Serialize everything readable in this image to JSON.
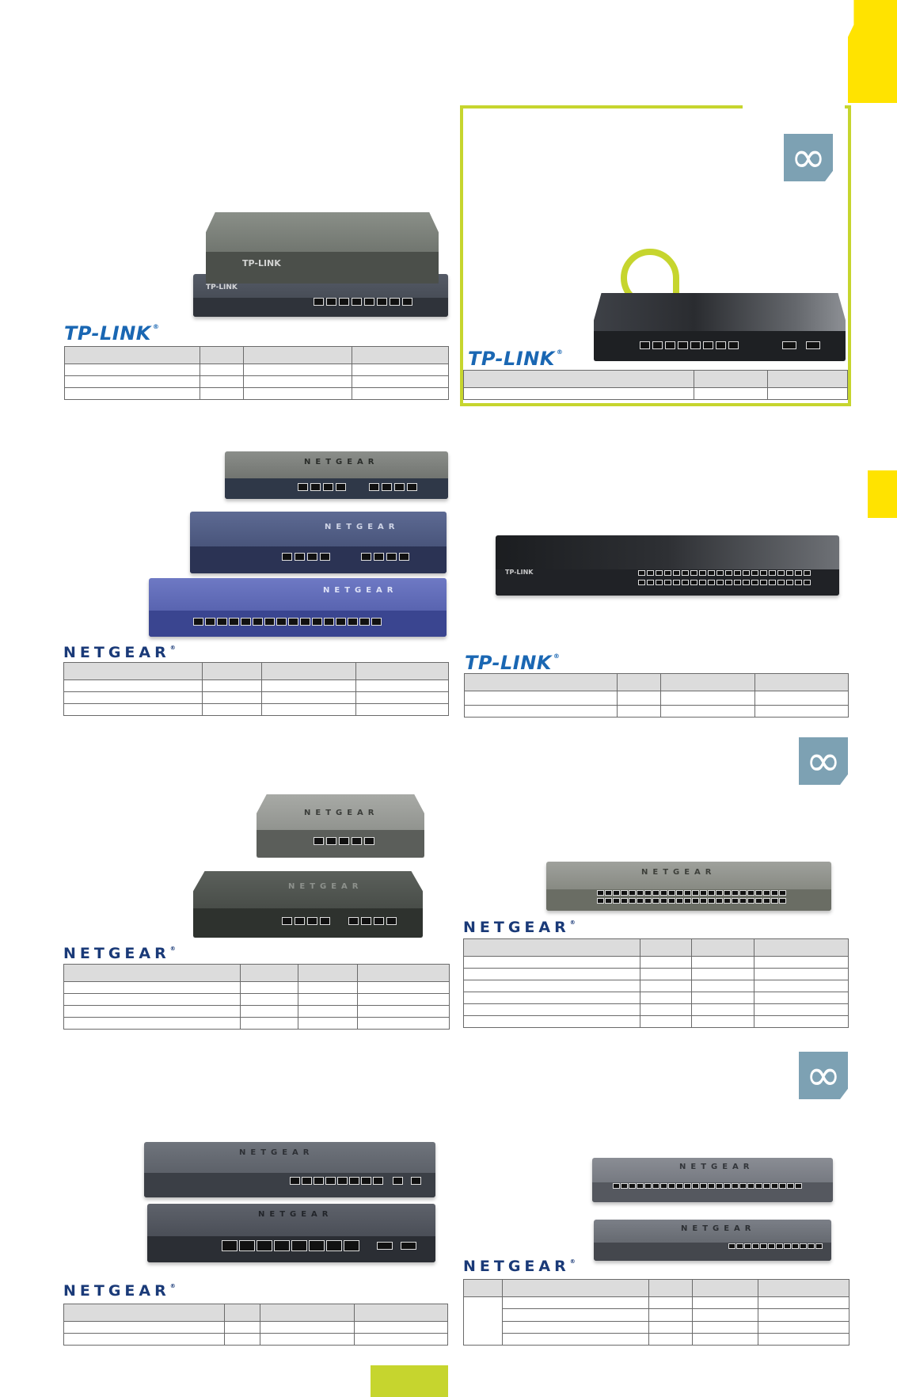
{
  "brands": {
    "tplink": "TP-LINK",
    "netgear": "NETGEAR",
    "trademark": "®"
  },
  "badge": {
    "icon": "infinity-icon",
    "glyph": "∞"
  },
  "colors": {
    "accent_yellow": "#FFE300",
    "accent_lime": "#C6D52E",
    "badge_blue": "#7DA1B3",
    "tplink_blue": "#1A67B3",
    "netgear_navy": "#1A3A78",
    "table_header": "#DCDCDC"
  },
  "tables": [
    {
      "id": "t1",
      "cols": 4,
      "rows": 3
    },
    {
      "id": "t2",
      "cols": 3,
      "rows": 1
    },
    {
      "id": "t3",
      "cols": 4,
      "rows": 3
    },
    {
      "id": "t4",
      "cols": 4,
      "rows": 2
    },
    {
      "id": "t5",
      "cols": 4,
      "rows": 4
    },
    {
      "id": "t6",
      "cols": 4,
      "rows": 6
    },
    {
      "id": "t7",
      "cols": 4,
      "rows": 2
    },
    {
      "id": "t8",
      "cols": 5,
      "rows": 4
    }
  ]
}
